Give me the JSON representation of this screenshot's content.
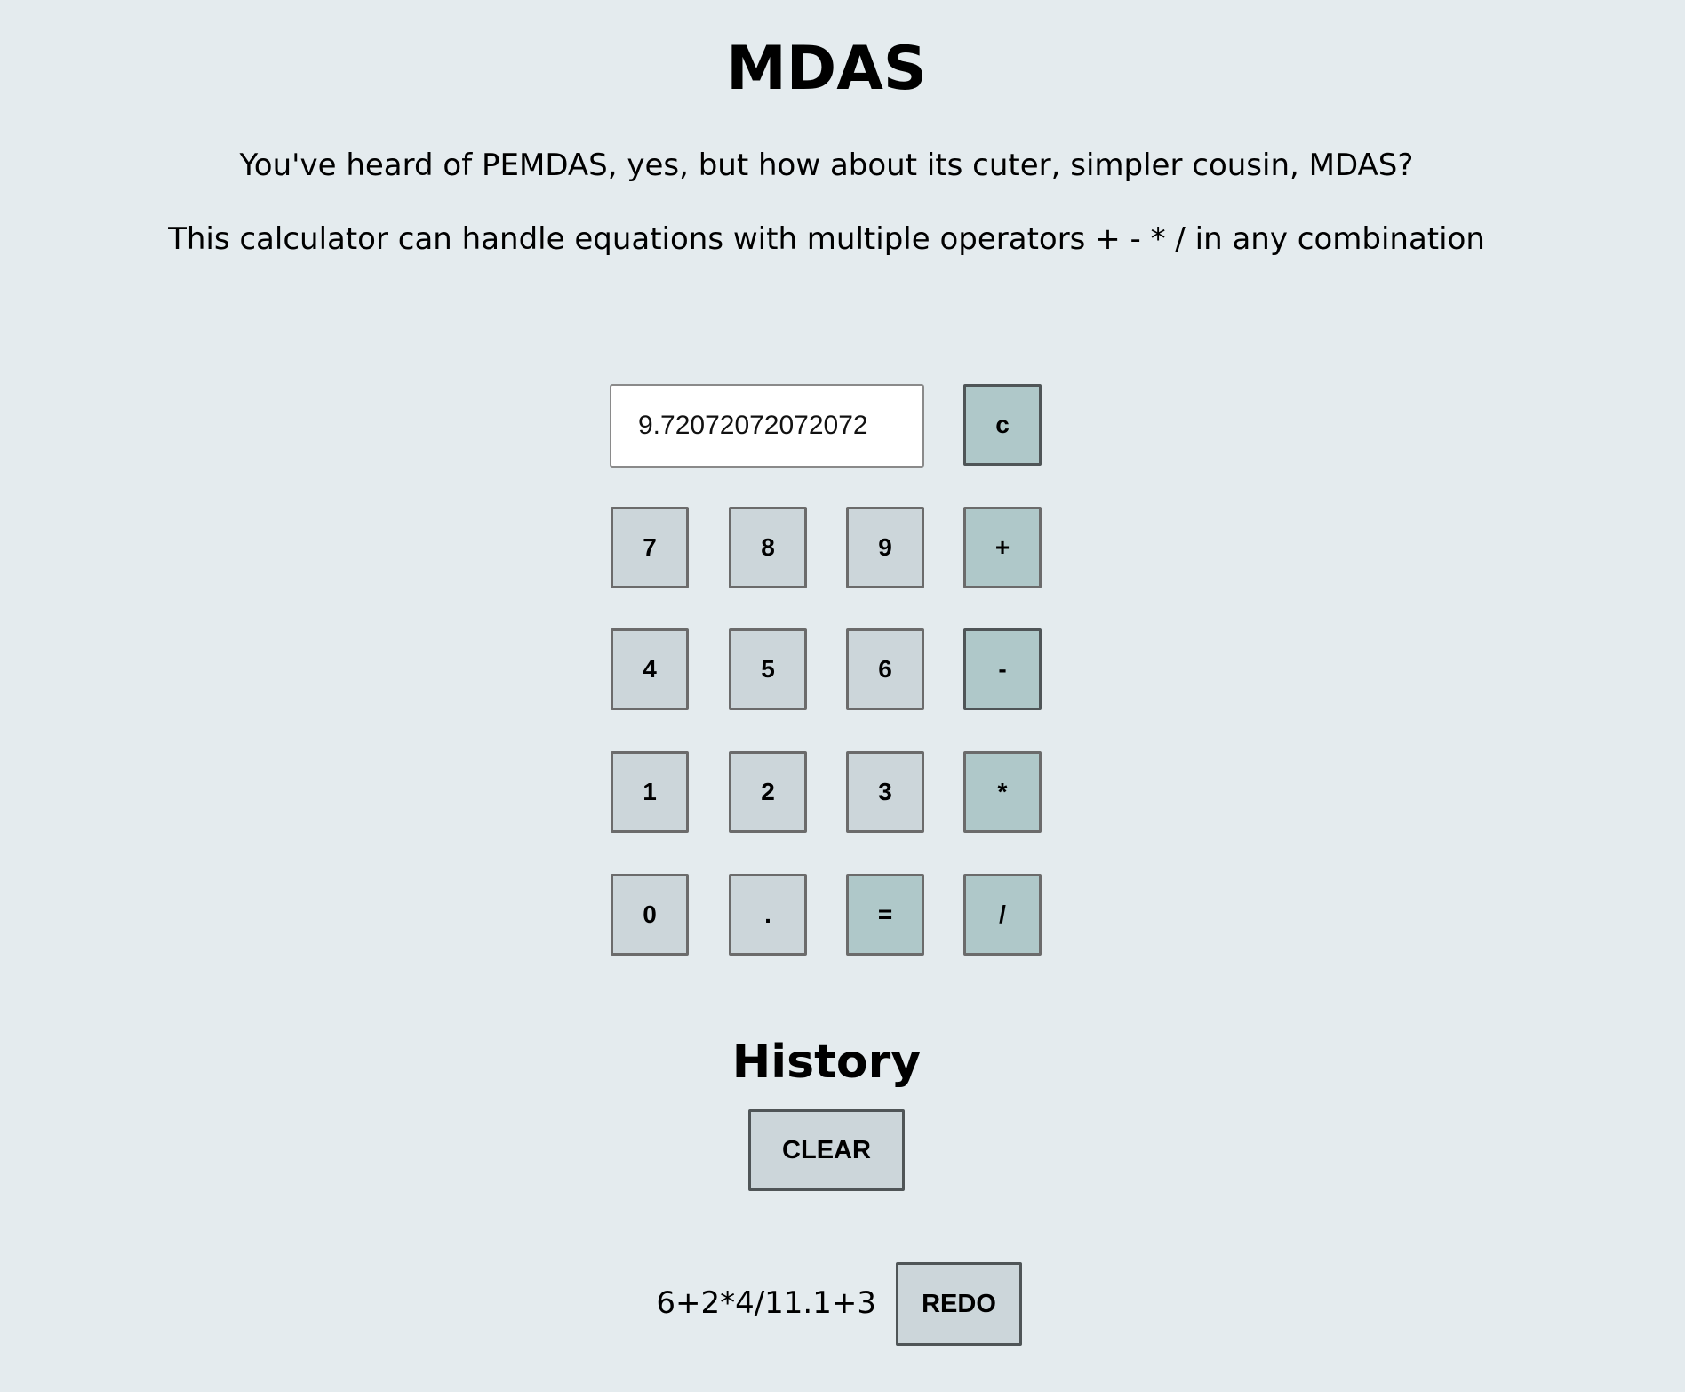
{
  "header": {
    "title": "MDAS",
    "intro_line_1": "You've heard of PEMDAS, yes, but how about its cuter, simpler cousin, MDAS?",
    "intro_line_2": "This calculator can handle equations with multiple operators + - * / in any combination"
  },
  "calculator": {
    "display_value": "9.72072072072072",
    "clear_entry_label": "c",
    "keys": {
      "seven": "7",
      "eight": "8",
      "nine": "9",
      "plus": "+",
      "four": "4",
      "five": "5",
      "six": "6",
      "minus": "-",
      "one": "1",
      "two": "2",
      "three": "3",
      "multiply": "*",
      "zero": "0",
      "decimal": ".",
      "equals": "=",
      "divide": "/"
    }
  },
  "history": {
    "title": "History",
    "clear_label": "CLEAR",
    "entries": [
      {
        "expression": "6+2*4/11.1+3",
        "redo_label": "REDO"
      }
    ]
  },
  "colors": {
    "background": "#e4ebee",
    "key_number": "#ccd6da",
    "key_operator": "#afc8c9"
  }
}
